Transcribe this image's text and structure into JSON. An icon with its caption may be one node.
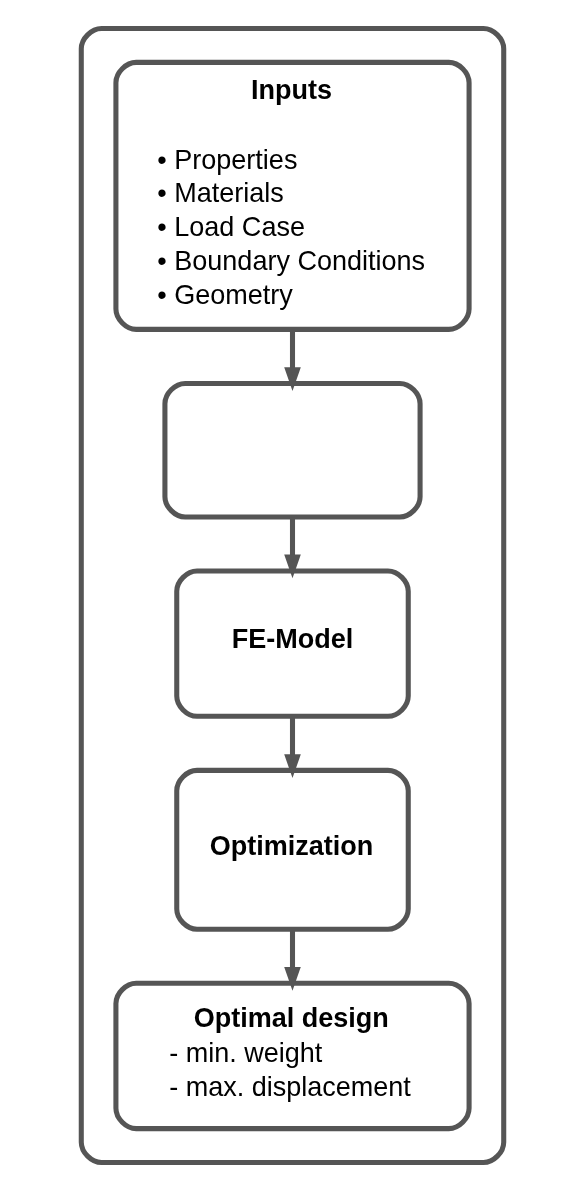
{
  "diagram": {
    "nodes": [
      {
        "text": [],
        "shape": "box"
      },
      {
        "text": [
          "Inputs",
          "• Properties",
          "• Materials",
          "• Load Case",
          "• Boundary Conditions",
          "• Geometry"
        ],
        "in": 0
      },
      {
        "text": [],
        "shape": "box",
        "in": 0
      },
      {
        "text": [
          "FE-Model"
        ],
        "in": 0
      },
      {
        "text": [
          "Optimization"
        ],
        "in": 0
      },
      {
        "text": [
          "Optimal design",
          "- min. weight",
          "- max. displacement"
        ],
        "in": 0
      }
    ],
    "edges": [
      {
        "from": 1,
        "to": 2,
        "arrow": "to"
      },
      {
        "from": 2,
        "to": 3,
        "arrow": "to"
      },
      {
        "from": 3,
        "to": 4,
        "arrow": "to"
      },
      {
        "from": 4,
        "to": 5,
        "arrow": "to"
      }
    ]
  }
}
